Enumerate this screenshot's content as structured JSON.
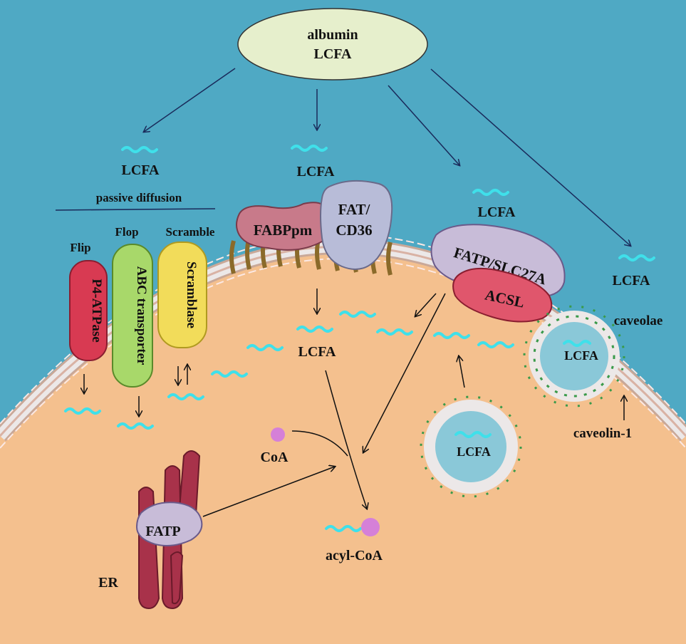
{
  "labels": {
    "albumin": "albumin",
    "albumin_lcfa": "LCFA",
    "lcfa_diffusion": "LCFA",
    "passive_diffusion": "passive diffusion",
    "lcfa_fat": "LCFA",
    "lcfa_fatp": "LCFA",
    "lcfa_caveolae_out": "LCFA",
    "flip": "Flip",
    "flop": "Flop",
    "scramble": "Scramble",
    "p4_atpase": "P4-ATPase",
    "abc_transporter": "ABC transporter",
    "scramblase": "Scramblase",
    "fabppm": "FABPpm",
    "fat_cd36_line1": "FAT/",
    "fat_cd36_line2": "CD36",
    "fatp_slc27a": "FATP/SLC27A",
    "acsl": "ACSL",
    "caveolae": "caveolae",
    "lcfa_caveola": "LCFA",
    "caveolin": "caveolin-1",
    "lcfa_vesicle": "LCFA",
    "lcfa_cyto": "LCFA",
    "coa": "CoA",
    "acyl_coa": "acyl-CoA",
    "er_fatp": "FATP",
    "er": "ER"
  },
  "colors": {
    "extracellular": "#4fa9c4",
    "cytoplasm": "#f4c08e",
    "albumin_fill": "#e6efcc",
    "lcfa_wave": "#3fe0ea",
    "p4_atpase": "#d83a52",
    "abc_transporter": "#a8d86a",
    "scramblase": "#f2dc5a",
    "fabppm": "#c87a8a",
    "fat_cd36": "#b8bcd8",
    "fatp": "#c8bcd8",
    "acsl": "#e0566c",
    "caveolin": "#3a9a4a",
    "coa": "#d580d8",
    "er": "#a8324a"
  }
}
